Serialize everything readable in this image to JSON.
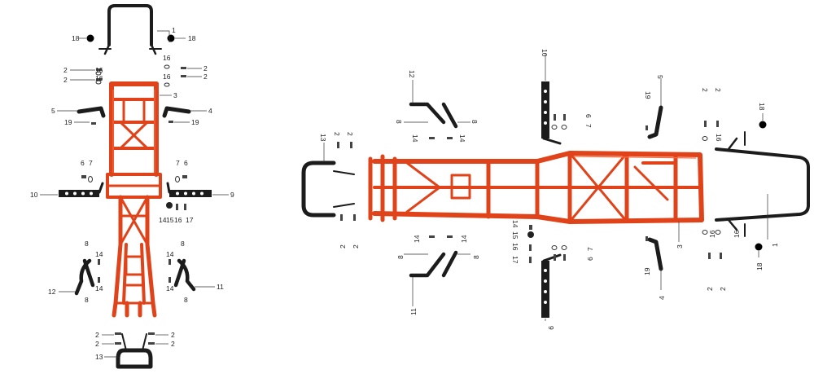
{
  "colors": {
    "frame": "#e0431a",
    "frame_highlight": "#ff6a3d",
    "parts": "#1c1c1c",
    "leader": "#333333"
  },
  "callouts": {
    "n1": "1",
    "n2": "2",
    "n3": "3",
    "n4": "4",
    "n5": "5",
    "n6": "6",
    "n7": "7",
    "n8": "8",
    "n9": "9",
    "n10": "10",
    "n11": "11",
    "n12": "12",
    "n13": "13",
    "n14": "14",
    "n15": "15",
    "n16": "16",
    "n17": "17",
    "n18": "18",
    "n19": "19"
  }
}
